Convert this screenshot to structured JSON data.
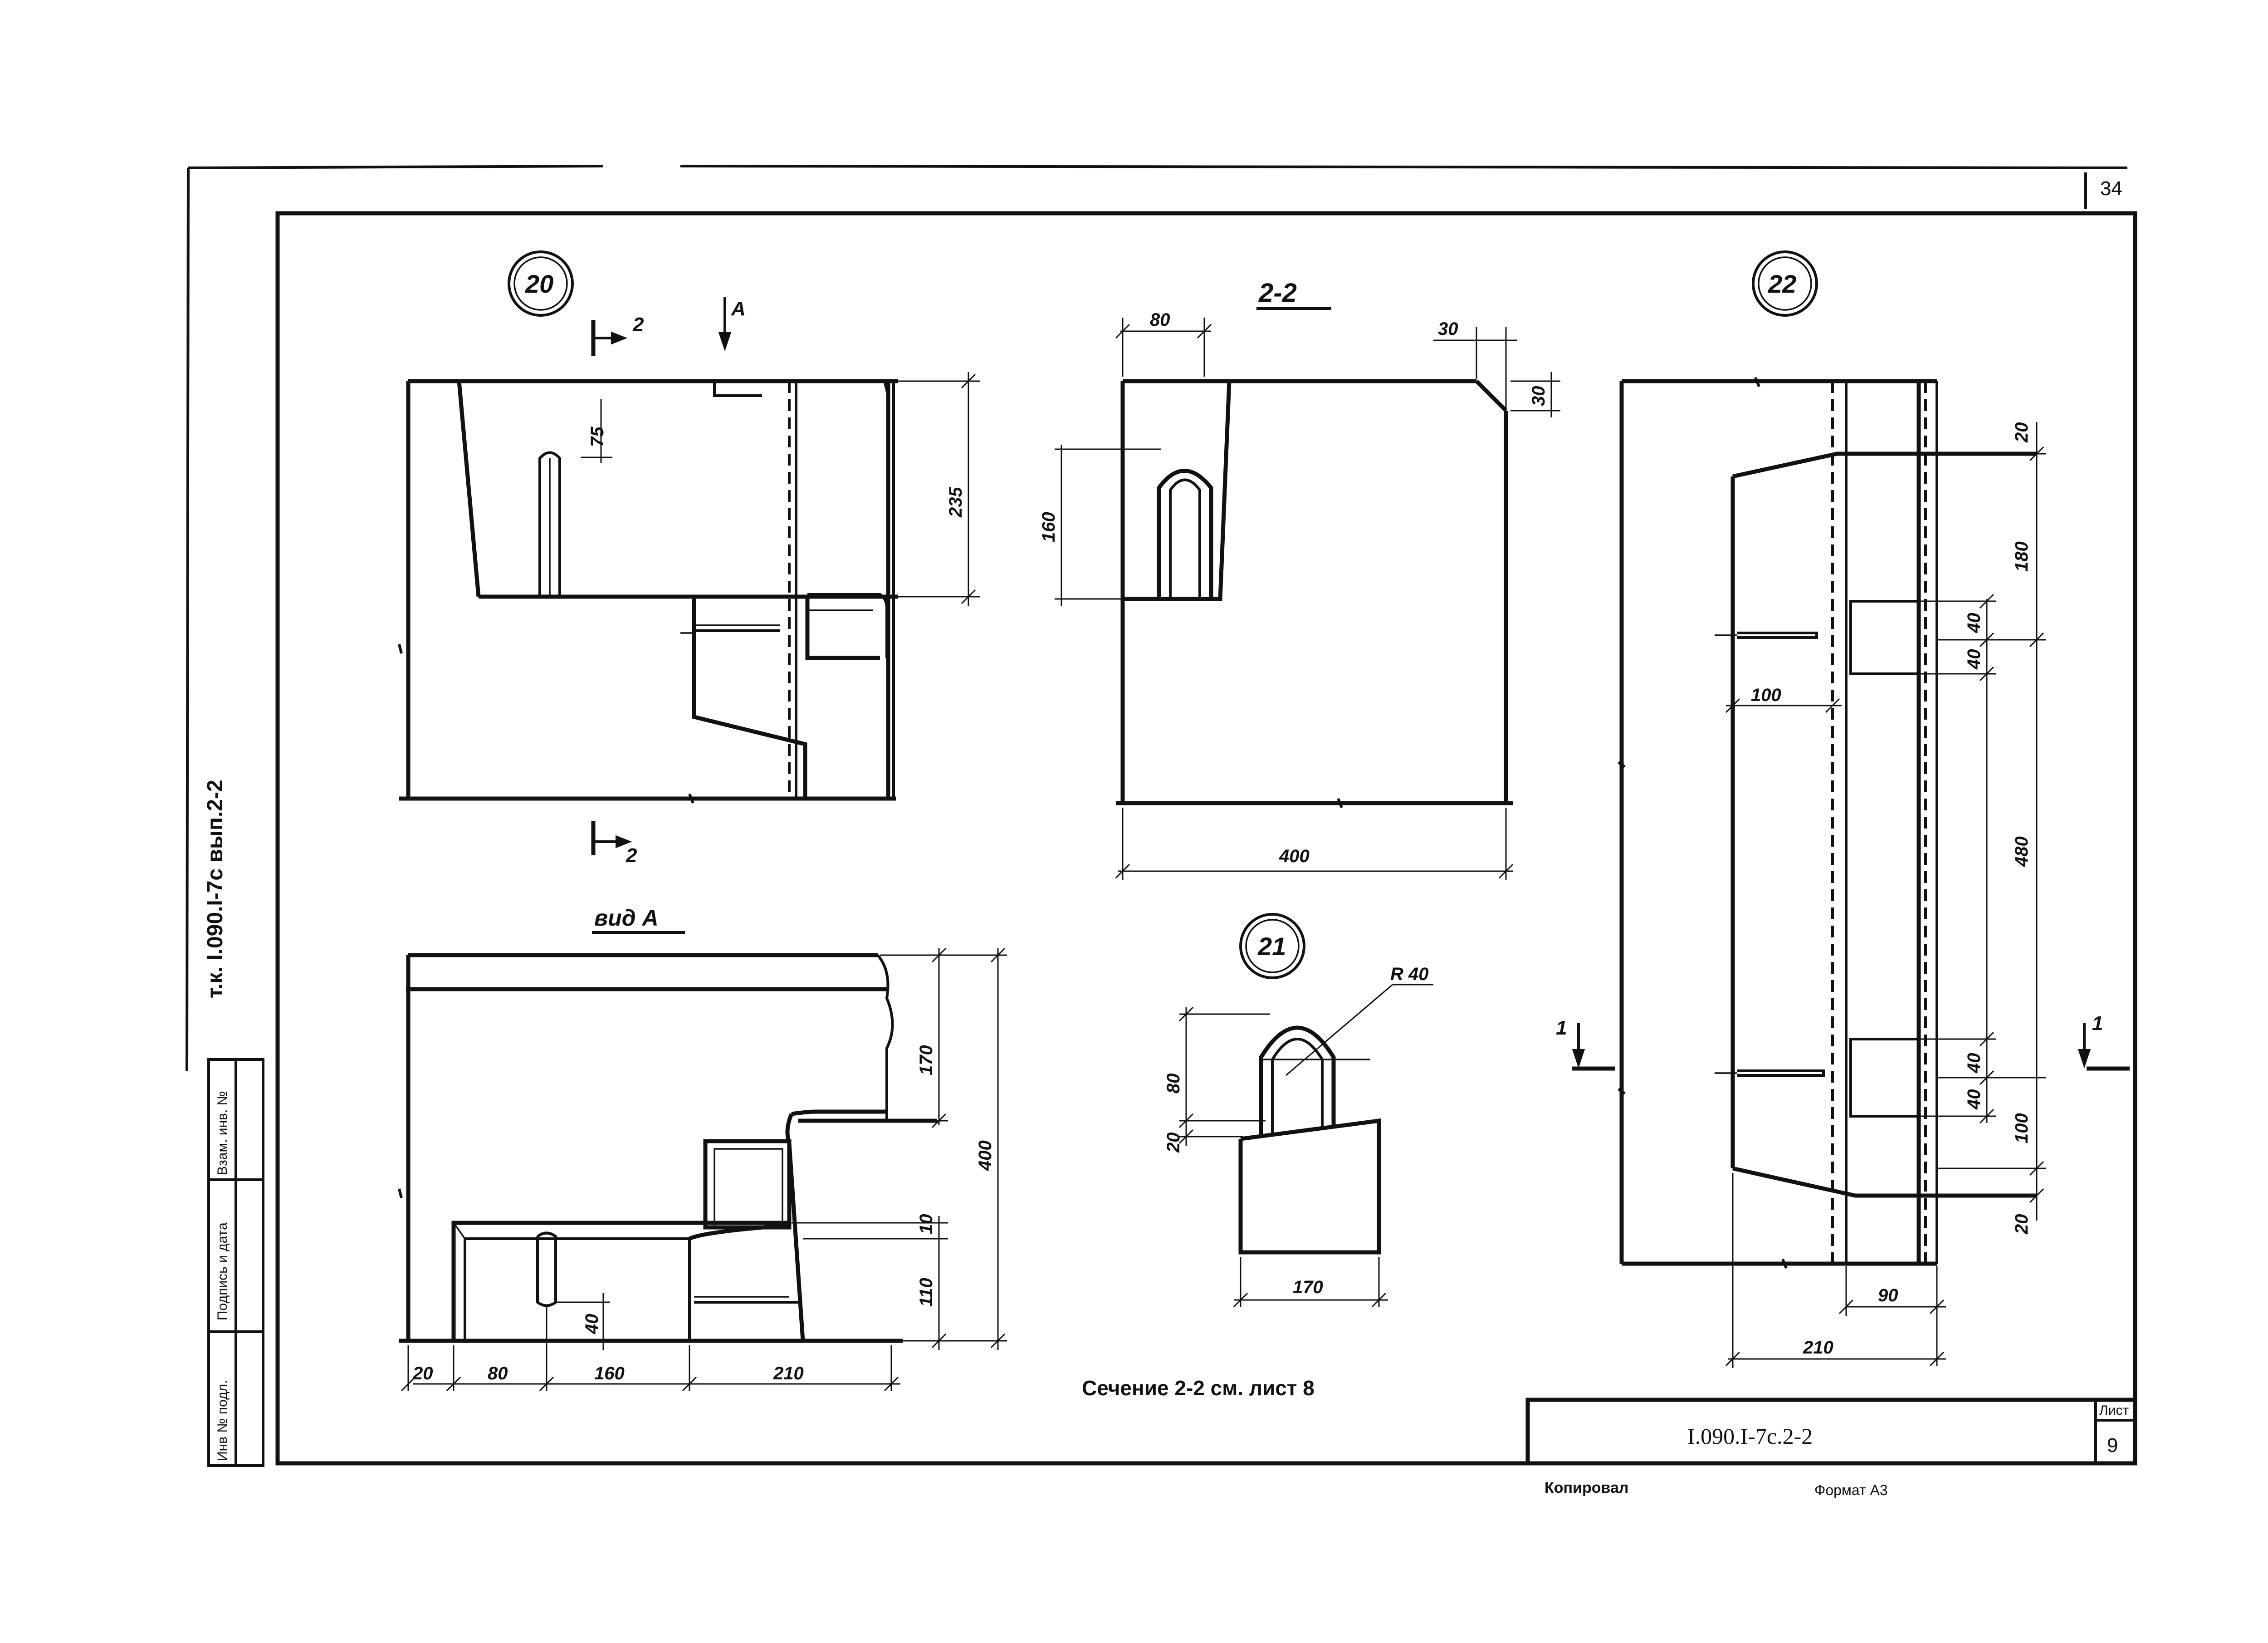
{
  "sheet": {
    "corner_number": "34",
    "title_block": {
      "code": "I.090.I-7c.2-2",
      "sheet_label": "Лист",
      "sheet_number": "9"
    },
    "side_code": "т.к. I.090.I-7с вып.2-2",
    "side_stamp": [
      "Инв № подл.",
      "Подпись и дата",
      "Взам. инв. №"
    ],
    "footer_left": "Копировал",
    "footer_right": "Формат А3",
    "note": "Сечение 2-2 см. лист 8"
  },
  "detail20": {
    "marker": "20",
    "cut_label": "2",
    "view_arrow": "A",
    "dims": {
      "d75": "75",
      "d235": "235"
    }
  },
  "section22": {
    "label": "2-2",
    "dims": {
      "d80": "80",
      "d30a": "30",
      "d30b": "30",
      "d160": "160",
      "d400": "400"
    }
  },
  "viewA": {
    "label": "вид А",
    "dims": {
      "d170": "170",
      "d400": "400",
      "d10": "10",
      "d110": "110",
      "d40": "40",
      "d20": "20",
      "d80": "80",
      "d160": "160",
      "d210": "210"
    }
  },
  "detail21": {
    "marker": "21",
    "dims": {
      "r40": "R 40",
      "d80": "80",
      "d20": "20",
      "d170": "170"
    }
  },
  "detail22": {
    "marker": "22",
    "cut_label": "1",
    "dims": {
      "d20a": "20",
      "d180": "180",
      "d40a": "40",
      "d40b": "40",
      "d100a": "100",
      "d480": "480",
      "d40c": "40",
      "d40d": "40",
      "d100b": "100",
      "d20b": "20",
      "d90": "90",
      "d210": "210"
    }
  }
}
